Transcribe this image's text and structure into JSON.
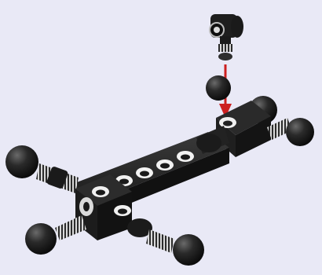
{
  "illustration": {
    "background_color": "#e9e9f6",
    "part_color": "#222222",
    "highlight_color": "#f2f2f2",
    "arrow_color": "#cc1f1f",
    "parts": [
      "ball-joint-connector",
      "beam-with-holes-long",
      "beam-with-holes-cross",
      "ball-end",
      "ball-end",
      "ball-end",
      "ball-end",
      "ball-end",
      "ball-end"
    ],
    "instruction": "insert-arrow-down"
  }
}
